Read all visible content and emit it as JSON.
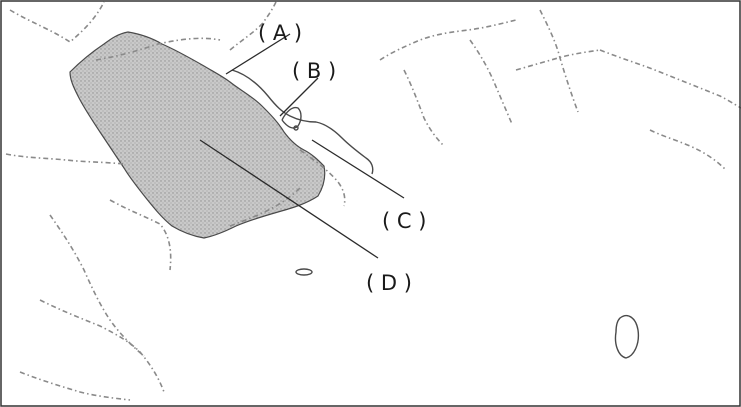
{
  "map": {
    "highlight_color": "#c4c4c4",
    "labels": {
      "a": "( A )",
      "b": "( B )",
      "c": "( C )",
      "d": "( D )"
    }
  }
}
